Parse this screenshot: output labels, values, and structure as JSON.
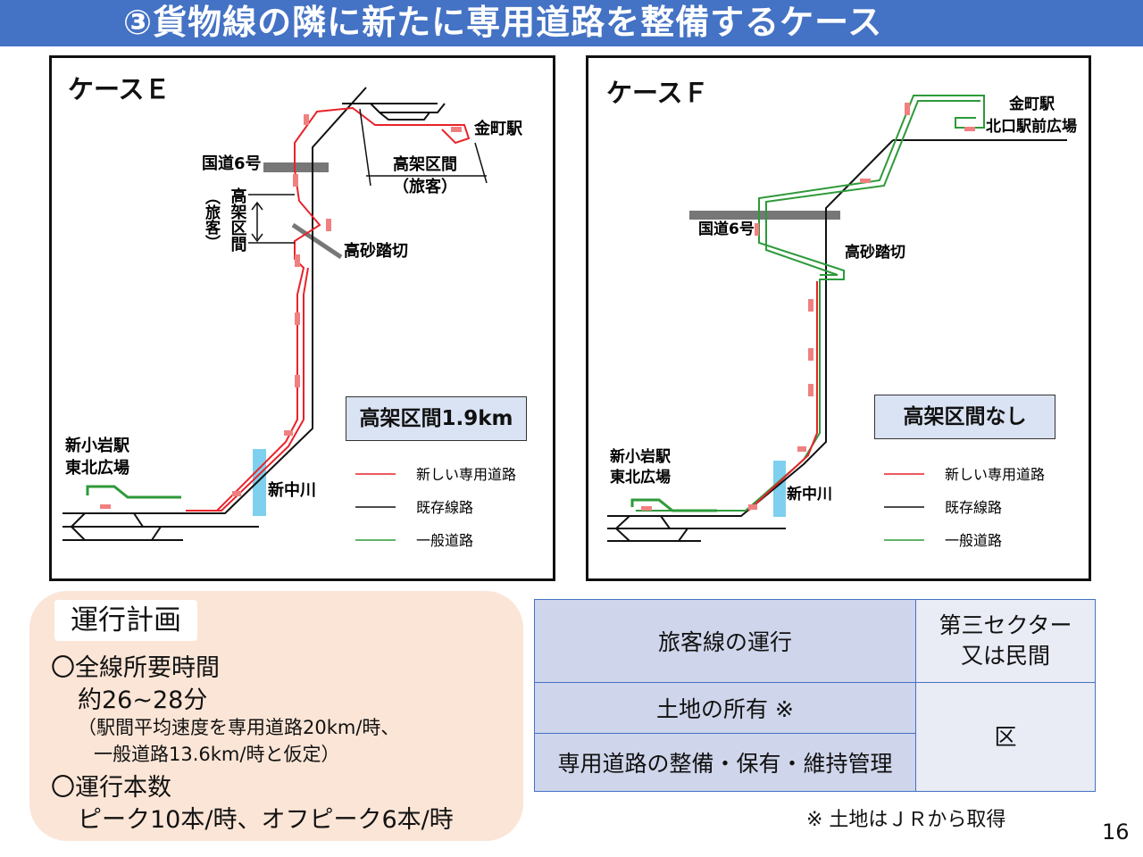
{
  "title": "③貨物線の隣に新たに専用道路を整備するケース",
  "case_e": {
    "label": "ケースＥ",
    "kanamachi": "金町駅",
    "route6": "国道6号",
    "elevated_h1": "高架区間",
    "elevated_h2": "（旅客）",
    "elevated_v1": "高架区間",
    "elevated_v2": "（旅客）",
    "crossing": "高砂踏切",
    "shinkoiwa1": "新小岩駅",
    "shinkoiwa2": "東北広場",
    "shinnakagawa": "新中川",
    "callout": "高架区間1.9km"
  },
  "case_f": {
    "label": "ケースＦ",
    "kanamachi1": "金町駅",
    "kanamachi2": "北口駅前広場",
    "route6": "国道6号",
    "crossing": "高砂踏切",
    "shinkoiwa1": "新小岩駅",
    "shinkoiwa2": "東北広場",
    "shinnakagawa": "新中川",
    "callout": "高架区間なし"
  },
  "legend": [
    {
      "label": "新しい専用道路",
      "color": "#e8232a"
    },
    {
      "label": "既存線路",
      "color": "#111111"
    },
    {
      "label": "一般道路",
      "color": "#2e9a3a"
    }
  ],
  "plan": {
    "title": "運行計画",
    "lines": [
      "〇全線所要時間",
      "約26~28分",
      "（駅間平均速度を専用道路20km/時、",
      "一般道路13.6km/時と仮定）",
      "〇運行本数",
      "ピーク10本/時、オフピーク6本/時"
    ]
  },
  "table": {
    "r1_h": "旅客線の運行",
    "r1_v1": "第三セクター",
    "r1_v2": "又は民間",
    "r2_h": "土地の所有 ※",
    "r3_h": "専用道路の整備・保有・維持管理",
    "r23_v": "区"
  },
  "note": "※ 土地はＪＲから取得",
  "page_number": "16"
}
